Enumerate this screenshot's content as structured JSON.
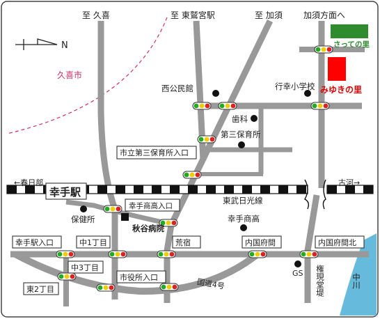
{
  "directions": {
    "kuki": "至 久喜",
    "higashi_washimiya": "至 東鷲宮駅",
    "kazo": "至 加須",
    "kazo_hoko": "加須方面へ",
    "kasukabe": "←春日部",
    "koga": "古河→",
    "north": "N"
  },
  "areas": {
    "kuki_city": "久喜市"
  },
  "landmarks": {
    "satte_no_sato": "さっての里",
    "miyuki_no_sato": "みゆきの里",
    "nishi_kominkan": "西公民館",
    "gyoko_shogakko": "行幸小学校",
    "shika": "歯科",
    "daisan_hoikusho": "第三保育所",
    "hokenjo": "保健所",
    "akiya_byoin": "秋谷病院",
    "satte_shoko": "幸手商高",
    "gs": "GS",
    "tobu_line": "東武日光線",
    "kokudo4": "国道4号",
    "gongendo": "権現堂堤",
    "nakagawa": "中川"
  },
  "station": "幸手駅",
  "intersections": {
    "hoikusho_iriguchi": "市立第三保育所入口",
    "shoko_iriguchi": "幸手商高入口",
    "eki_iriguchi": "幸手駅入口",
    "naka1": "中1丁目",
    "arajuku": "荒宿",
    "uchikokufuma": "内国府間",
    "uchikokufuma_kita": "内国府間北",
    "naka3": "中3丁目",
    "shiyakusho_iriguchi": "市役所入口",
    "higashi2": "東2丁目"
  },
  "colors": {
    "road": "#999999",
    "kuki_city": "#cc3366",
    "satte_no_sato": "#2e8b2e",
    "miyuki_no_sato": "#ff0000",
    "river": "#66bbdd",
    "signal_green": "#22aa22",
    "signal_yellow": "#eecc00",
    "signal_red": "#dd2222"
  }
}
